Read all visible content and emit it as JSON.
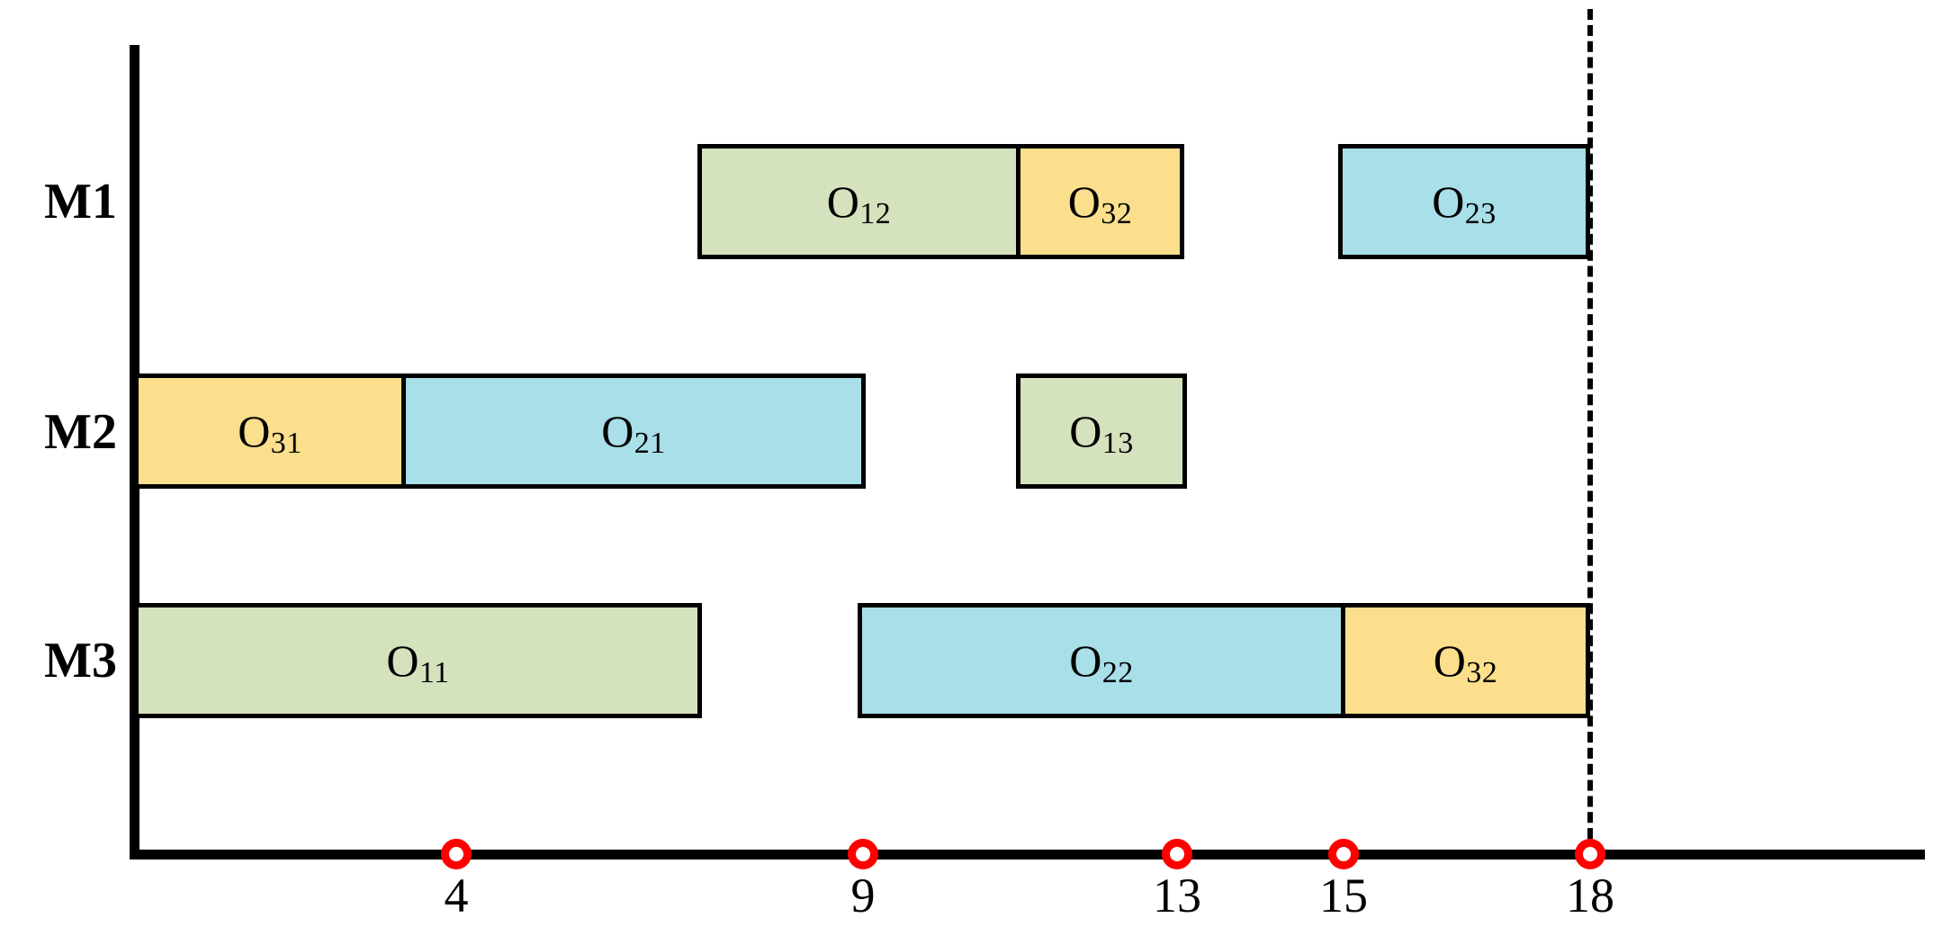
{
  "chart_data": {
    "type": "bar",
    "chart_kind": "gantt",
    "title": "",
    "xlabel": "",
    "ylabel": "",
    "xlim": [
      0,
      22
    ],
    "ylim": [
      0,
      3
    ],
    "grid": false,
    "legend": "none",
    "axis_origin_value": 0,
    "categories": [
      "M1",
      "M2",
      "M3"
    ],
    "xticks": [
      4,
      9,
      13,
      15,
      18
    ],
    "xtick_labels": [
      "4",
      "9",
      "13",
      "15",
      "18"
    ],
    "makespan": 18,
    "colors": {
      "green": "#d4e2bd",
      "yellow": "#fbdf8d",
      "blue": "#a8dfe8",
      "tick": "#ff0000",
      "outline": "#000000",
      "background": "#ffffff"
    },
    "series": [
      {
        "name": "M1",
        "row": 0,
        "tasks": [
          {
            "label": "O",
            "sub": "12",
            "start": 7.0,
            "end": 11.0,
            "color": "#d4e2bd"
          },
          {
            "label": "O",
            "sub": "32",
            "start": 11.0,
            "end": 13.0,
            "color": "#fbdf8d"
          },
          {
            "label": "O",
            "sub": "23",
            "start": 14.8,
            "end": 17.9,
            "color": "#a8dfe8"
          }
        ]
      },
      {
        "name": "M2",
        "row": 1,
        "tasks": [
          {
            "label": "O",
            "sub": "31",
            "start": 0.0,
            "end": 3.3,
            "color": "#fbdf8d"
          },
          {
            "label": "O",
            "sub": "21",
            "start": 3.3,
            "end": 9.0,
            "color": "#a8dfe8"
          },
          {
            "label": "O",
            "sub": "13",
            "start": 10.9,
            "end": 13.0,
            "color": "#d4e2bd"
          }
        ]
      },
      {
        "name": "M3",
        "row": 2,
        "tasks": [
          {
            "label": "O",
            "sub": "11",
            "start": 0.0,
            "end": 7.0,
            "color": "#d4e2bd"
          },
          {
            "label": "O",
            "sub": "22",
            "start": 9.0,
            "end": 15.0,
            "color": "#a8dfe8"
          },
          {
            "label": "O",
            "sub": "32",
            "start": 15.0,
            "end": 18.0,
            "color": "#fbdf8d"
          }
        ]
      }
    ]
  },
  "axis": {
    "y_label_m1": "M1",
    "y_label_m2": "M2",
    "y_label_m3": "M3"
  },
  "bars": {
    "m1_o12": {
      "o": "O",
      "sub": "12"
    },
    "m1_o32": {
      "o": "O",
      "sub": "32"
    },
    "m1_o23": {
      "o": "O",
      "sub": "23"
    },
    "m2_o31": {
      "o": "O",
      "sub": "31"
    },
    "m2_o21": {
      "o": "O",
      "sub": "21"
    },
    "m2_o13": {
      "o": "O",
      "sub": "13"
    },
    "m3_o11": {
      "o": "O",
      "sub": "11"
    },
    "m3_o22": {
      "o": "O",
      "sub": "22"
    },
    "m3_o32": {
      "o": "O",
      "sub": "32"
    }
  },
  "ticks": {
    "t4": "4",
    "t9": "9",
    "t13": "13",
    "t15": "15",
    "t18": "18"
  }
}
